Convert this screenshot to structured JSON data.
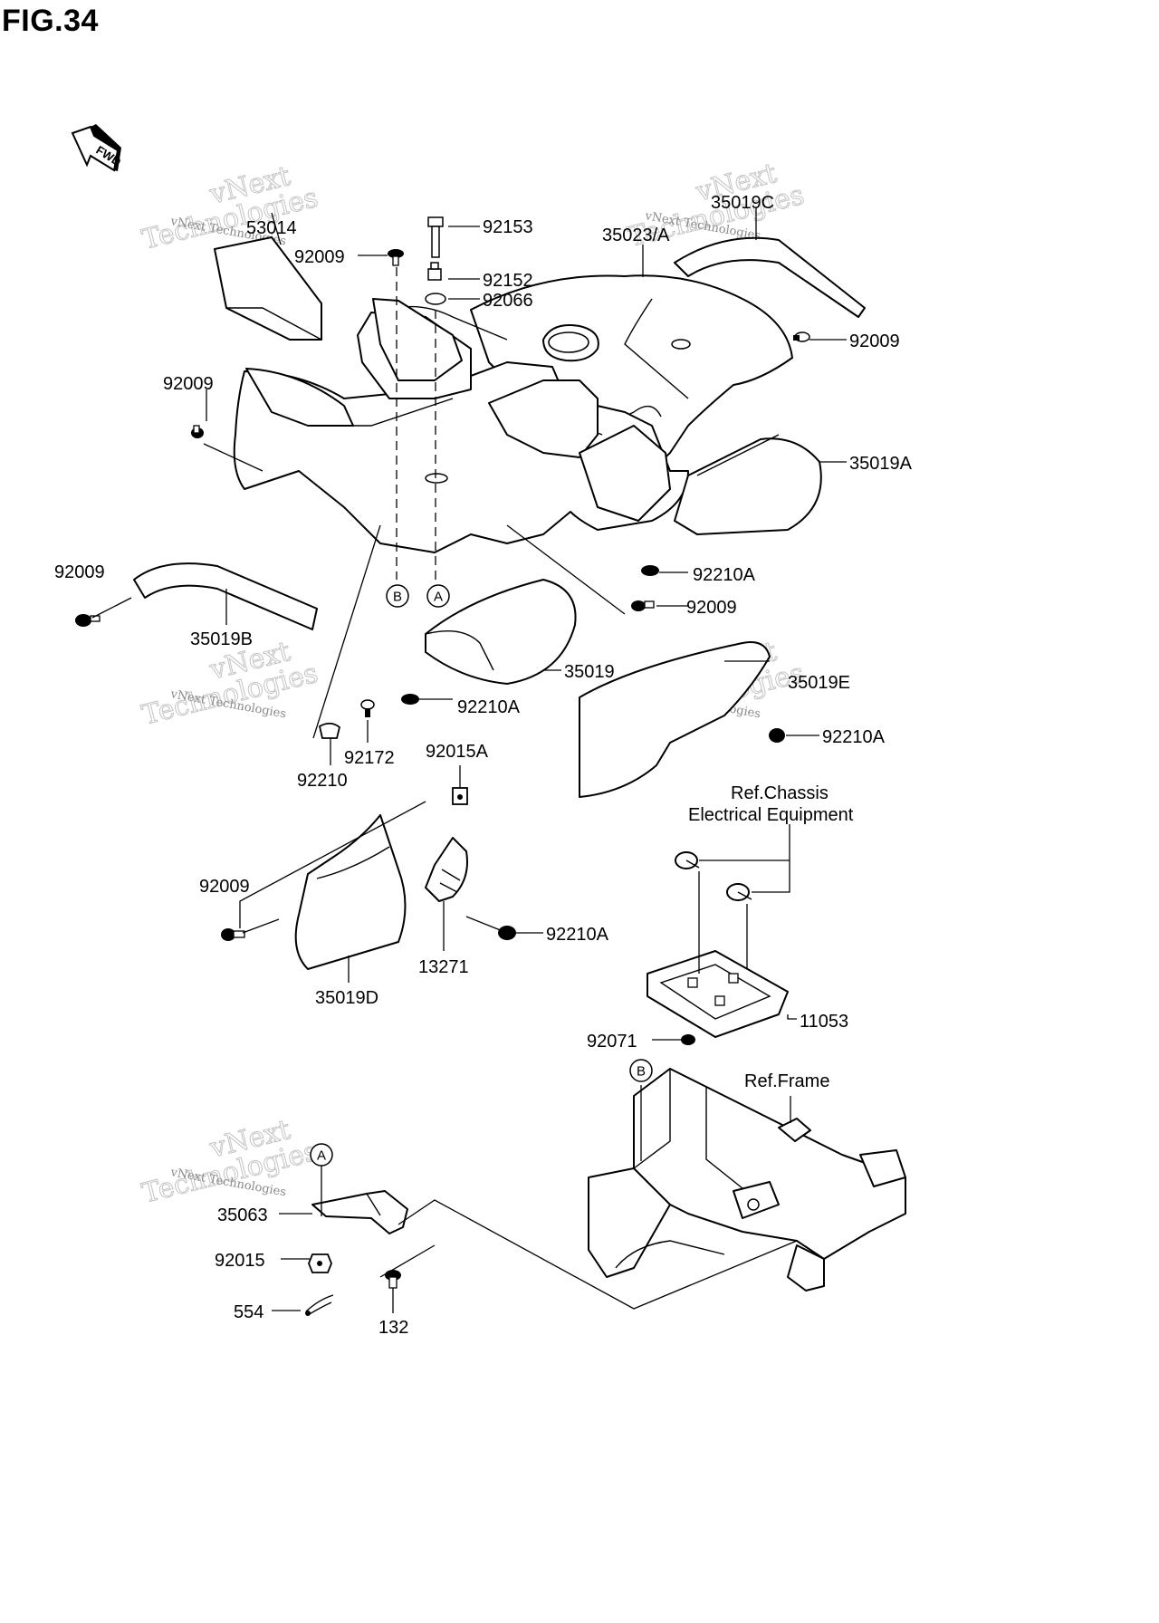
{
  "figure": {
    "title": "FIG.34",
    "direction_badge": "FWD"
  },
  "watermark": {
    "line1": "vNext",
    "line2": "Technologies",
    "small": "vNext Technologies"
  },
  "ref_markers": {
    "a": "A",
    "b": "B"
  },
  "references": {
    "chassis_line1": "Ref.Chassis",
    "chassis_line2": "Electrical Equipment",
    "frame": "Ref.Frame"
  },
  "part_numbers": {
    "p53014": "53014",
    "p92009_top": "92009",
    "p92153": "92153",
    "p92152": "92152",
    "p92066": "92066",
    "p35023A": "35023/A",
    "p35019C": "35019C",
    "p92009_right": "92009",
    "p92009_left": "92009",
    "p35019A": "35019A",
    "p92009_lower_left": "92009",
    "p92210A_r1": "92210A",
    "p92009_mid": "92009",
    "p35019B": "35019B",
    "p35019": "35019",
    "p35019E": "35019E",
    "p92210A_mid": "92210A",
    "p92210A_r2": "92210A",
    "p92172": "92172",
    "p92210": "92210",
    "p92015A": "92015A",
    "p92009_d": "92009",
    "p92210A_d": "92210A",
    "p13271": "13271",
    "p35019D": "35019D",
    "p11053": "11053",
    "p92071": "92071",
    "p35063": "35063",
    "p92015": "92015",
    "p554": "554",
    "p132": "132"
  }
}
